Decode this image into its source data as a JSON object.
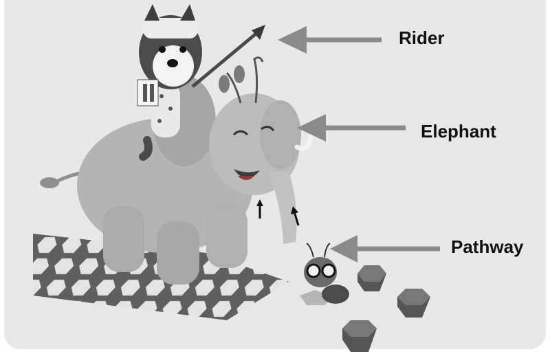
{
  "labels": {
    "rider": "Rider",
    "elephant": "Elephant",
    "pathway": "Pathway"
  },
  "colors": {
    "background": "#e8e8e8",
    "arrow": "#8a8a8a",
    "elephant": "#b3b3b3",
    "path_tiles": "#6e6e6e"
  },
  "icons": [
    "rider-character",
    "elephant-character",
    "ant-character",
    "hexagon-path-tiles",
    "hexagon-stack"
  ]
}
